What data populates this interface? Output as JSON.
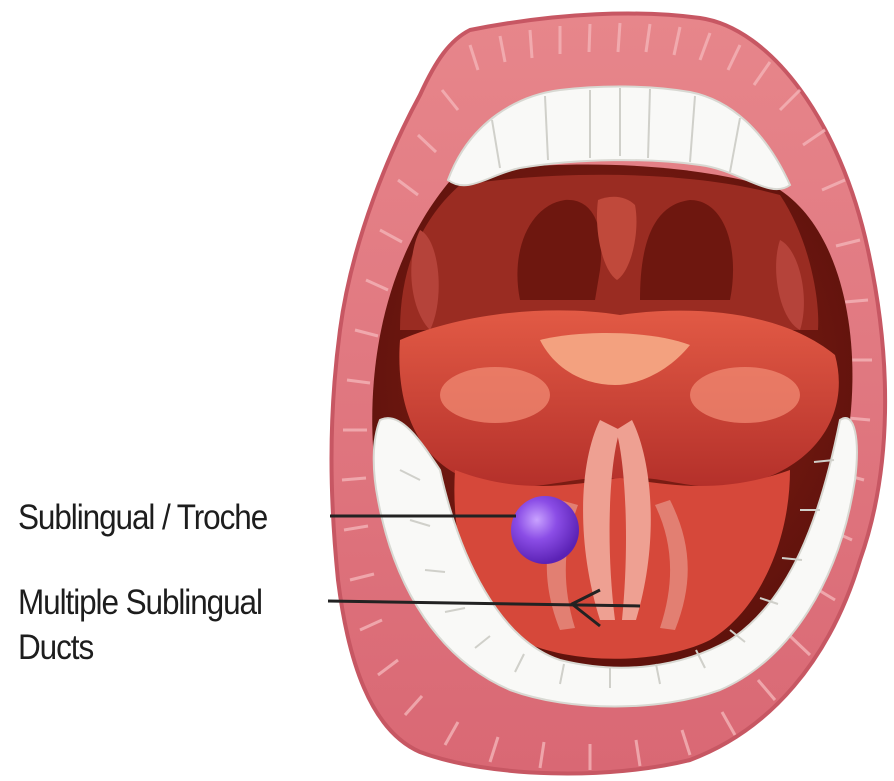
{
  "labels": {
    "troche": "Sublingual / Troche",
    "ducts_line1": "Multiple Sublingual",
    "ducts_line2": "Ducts"
  },
  "colors": {
    "lips": "#e0787f",
    "lip_edge": "#c75763",
    "teeth": "#f9f9f7",
    "throat": "#7a1a12",
    "palate": "#a8352c",
    "tongue": "#d64a3c",
    "tongue_highlight": "#f08a73",
    "underside": "#eea092",
    "troche": "#8b4de6",
    "leader_lines": "#222222"
  },
  "icons": {
    "troche": "purple-sphere",
    "duct_pointer": "arrow-left-icon"
  }
}
